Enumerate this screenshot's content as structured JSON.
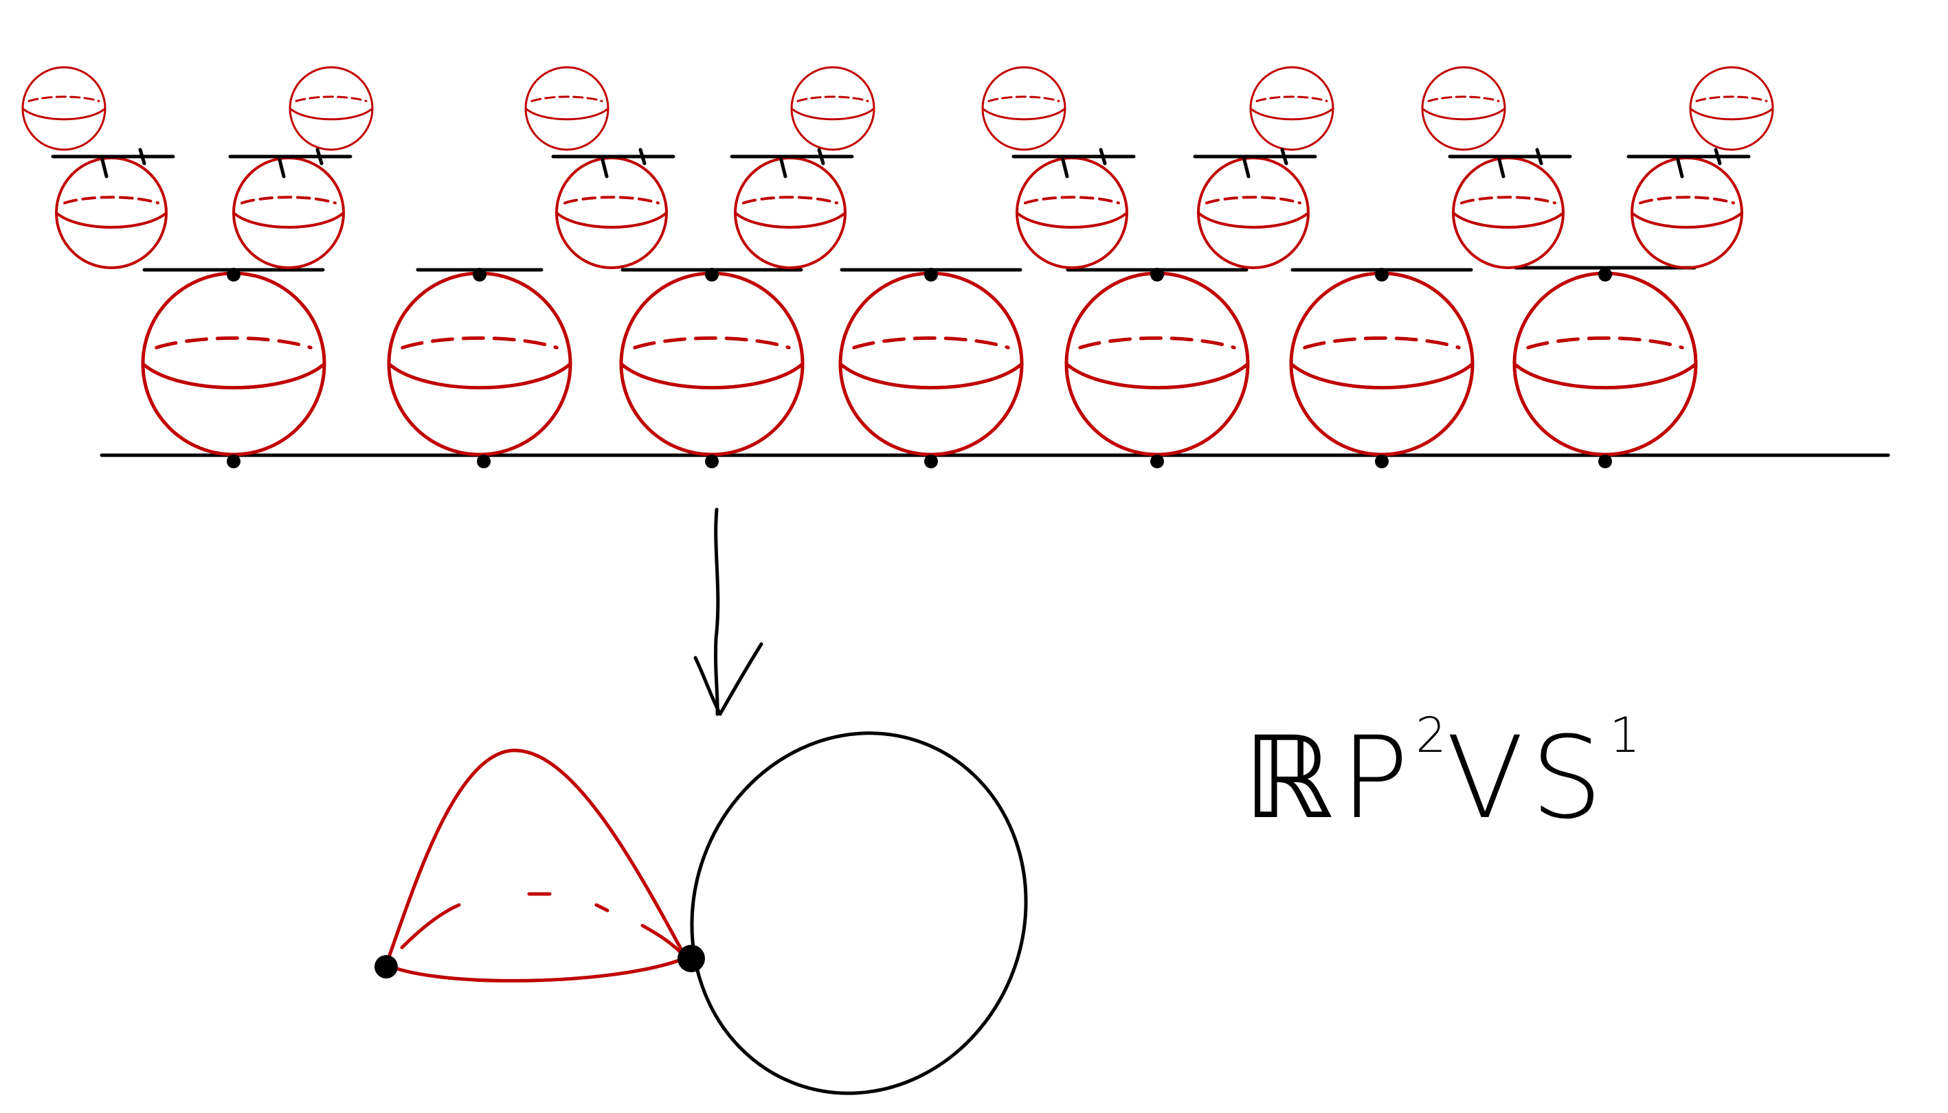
{
  "diagram": {
    "description_label": {
      "space": "ℝP",
      "space_exponent": "2",
      "wedge": "V",
      "circle": "S",
      "circle_exponent": "1"
    },
    "colors": {
      "sphere": "#c00000",
      "ink": "#000000",
      "background": "#ffffff"
    },
    "bottom_row_sphere_count": 7,
    "arrow_direction": "down"
  }
}
